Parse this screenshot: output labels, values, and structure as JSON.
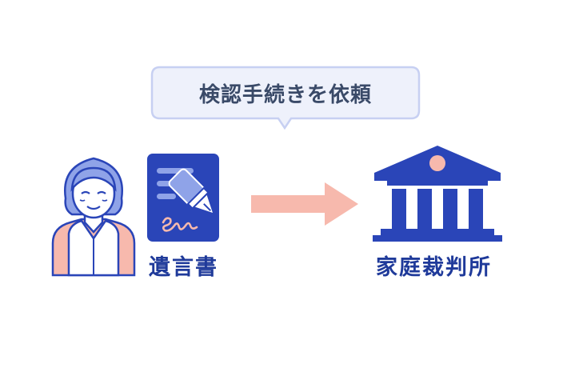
{
  "bubble": {
    "text": "検認手続きを依頼"
  },
  "document": {
    "label": "遺言書"
  },
  "court": {
    "label": "家庭裁判所"
  },
  "colors": {
    "navy": "#2a45b8",
    "light_blue": "#8fa3e8",
    "pink": "#f7b9ad",
    "bubble_bg": "#eef1fb",
    "bubble_border": "#c7d0f2",
    "text_dark": "#3a4a68"
  },
  "icons": [
    "elderly-woman-icon",
    "will-document-icon",
    "fountain-pen-icon",
    "arrow-right-icon",
    "courthouse-icon"
  ]
}
